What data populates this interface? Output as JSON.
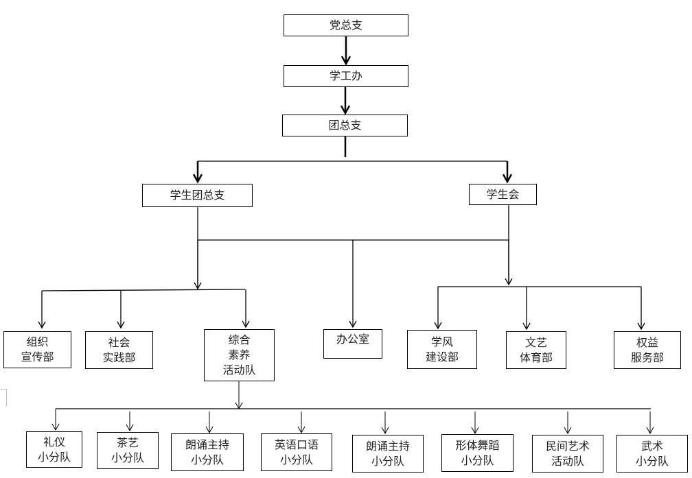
{
  "diagram": {
    "type": "org-chart",
    "nodes": [
      {
        "id": "dangzongzhi",
        "lines": [
          "党总支"
        ]
      },
      {
        "id": "xuegongban",
        "lines": [
          "学工办"
        ]
      },
      {
        "id": "tuanzongzhi",
        "lines": [
          "团总支"
        ]
      },
      {
        "id": "xueshengtuanzongzhi",
        "lines": [
          "学生团总支"
        ]
      },
      {
        "id": "xueshenghui",
        "lines": [
          "学生会"
        ]
      },
      {
        "id": "zuzhi",
        "lines": [
          "组织",
          "宣传部"
        ]
      },
      {
        "id": "shehui",
        "lines": [
          "社会",
          "实践部"
        ]
      },
      {
        "id": "zonghe",
        "lines": [
          "综合",
          "素养",
          "活动队"
        ]
      },
      {
        "id": "bangongshi",
        "lines": [
          "办公室"
        ]
      },
      {
        "id": "xuefeng",
        "lines": [
          "学风",
          "建设部"
        ]
      },
      {
        "id": "wenyi",
        "lines": [
          "文艺",
          "体育部"
        ]
      },
      {
        "id": "quanyi",
        "lines": [
          "权益",
          "服务部"
        ]
      },
      {
        "id": "liyi",
        "lines": [
          "礼仪",
          "小分队"
        ]
      },
      {
        "id": "chayi",
        "lines": [
          "茶艺",
          "小分队"
        ]
      },
      {
        "id": "langsong1",
        "lines": [
          "朗诵主持",
          "小分队"
        ]
      },
      {
        "id": "yingyu",
        "lines": [
          "英语口语",
          "小分队"
        ]
      },
      {
        "id": "langsong2",
        "lines": [
          "朗诵主持",
          "小分队"
        ]
      },
      {
        "id": "xingti",
        "lines": [
          "形体舞蹈",
          "小分队"
        ]
      },
      {
        "id": "minjian",
        "lines": [
          "民间艺术",
          "活动队"
        ]
      },
      {
        "id": "wushu",
        "lines": [
          "武术",
          "小分队"
        ]
      }
    ],
    "edges": [
      {
        "from": "dangzongzhi",
        "to": "xuegongban"
      },
      {
        "from": "xuegongban",
        "to": "tuanzongzhi"
      },
      {
        "from": "tuanzongzhi",
        "to": "xueshengtuanzongzhi"
      },
      {
        "from": "tuanzongzhi",
        "to": "xueshenghui"
      },
      {
        "from": "xueshengtuanzongzhi",
        "to": "zuzhi"
      },
      {
        "from": "xueshengtuanzongzhi",
        "to": "shehui"
      },
      {
        "from": "xueshengtuanzongzhi",
        "to": "zonghe"
      },
      {
        "from": "xueshengtuanzongzhi",
        "to": "bangongshi"
      },
      {
        "from": "xueshenghui",
        "to": "bangongshi"
      },
      {
        "from": "xueshenghui",
        "to": "xuefeng"
      },
      {
        "from": "xueshenghui",
        "to": "wenyi"
      },
      {
        "from": "xueshenghui",
        "to": "quanyi"
      },
      {
        "from": "zonghe",
        "to": "liyi"
      },
      {
        "from": "zonghe",
        "to": "chayi"
      },
      {
        "from": "zonghe",
        "to": "langsong1"
      },
      {
        "from": "zonghe",
        "to": "yingyu"
      },
      {
        "from": "zonghe",
        "to": "langsong2"
      },
      {
        "from": "zonghe",
        "to": "xingti"
      },
      {
        "from": "zonghe",
        "to": "minjian"
      },
      {
        "from": "zonghe",
        "to": "wushu"
      }
    ],
    "line_color": "#000000",
    "box_border_color": "#000000",
    "text_color": "#222222"
  }
}
